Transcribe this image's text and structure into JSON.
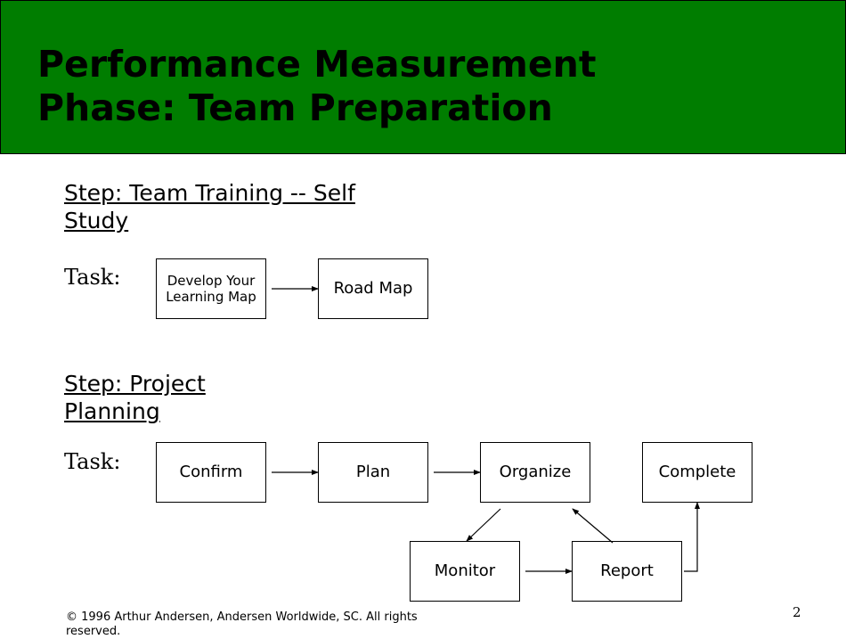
{
  "header": {
    "title_line1": "Performance Measurement",
    "title_line2": "Phase:  Team Preparation",
    "background": "#007d00"
  },
  "section1": {
    "step_line1": "Step:  Team Training -- Self",
    "step_line2": "Study",
    "task_label": "Task:",
    "boxes": [
      "Develop Your Learning Map",
      "Road Map"
    ]
  },
  "section2": {
    "step_line1": "Step:  Project",
    "step_line2": "Planning",
    "task_label": "Task:",
    "boxes": [
      "Confirm",
      "Plan",
      "Organize",
      "Complete",
      "Monitor",
      "Report"
    ]
  },
  "footer": {
    "copyright": "© 1996 Arthur Andersen, Andersen Worldwide, SC.  All rights reserved.",
    "page_number": "2"
  }
}
